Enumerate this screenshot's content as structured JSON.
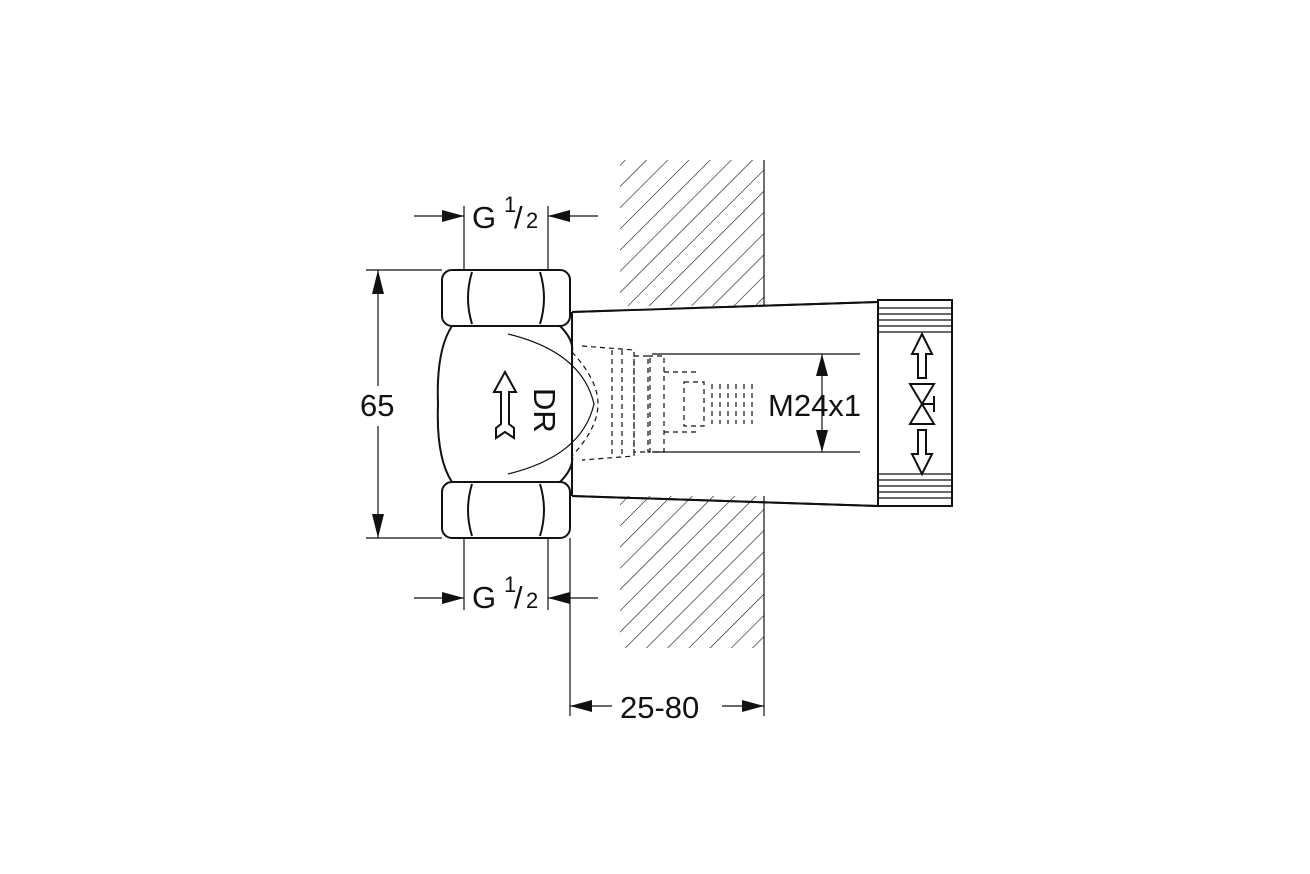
{
  "labels": {
    "inlet_top": {
      "main": "G",
      "numerator": "1",
      "denominator": "2"
    },
    "inlet_bottom": {
      "main": "G",
      "numerator": "1",
      "denominator": "2"
    },
    "height": "65",
    "thread": "M24x1",
    "flow_mark": "DR",
    "wall_depth": "25-80"
  },
  "colors": {
    "line": "#111111",
    "background": "#ffffff"
  }
}
